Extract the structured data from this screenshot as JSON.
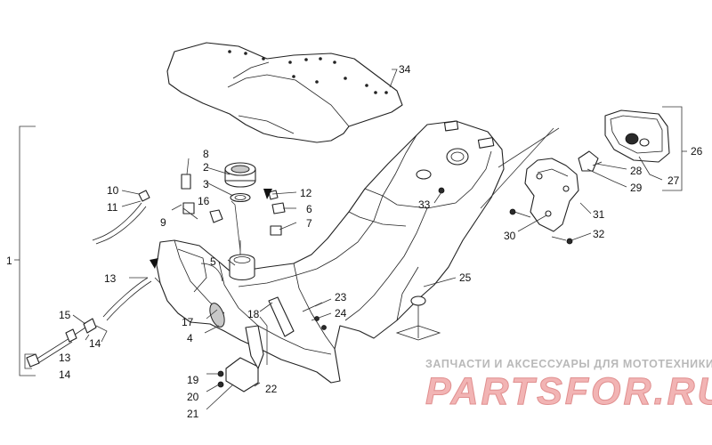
{
  "callouts": {
    "c1": "1",
    "c2": "2",
    "c3": "3",
    "c4": "4",
    "c5": "5",
    "c6": "6",
    "c7": "7",
    "c8": "8",
    "c9": "9",
    "c10": "10",
    "c11": "11",
    "c12": "12",
    "c13a": "13",
    "c13b": "13",
    "c14a": "14",
    "c14b": "14",
    "c15": "15",
    "c16": "16",
    "c17": "17",
    "c18": "18",
    "c19": "19",
    "c20": "20",
    "c21": "21",
    "c22": "22",
    "c23": "23",
    "c24": "24",
    "c25": "25",
    "c26": "26",
    "c27": "27",
    "c28": "28",
    "c29": "29",
    "c30": "30",
    "c31": "31",
    "c32": "32",
    "c33": "33",
    "c34": "34"
  },
  "watermark": {
    "tagline": "ЗАПЧАСТИ И АКСЕССУАРЫ ДЛЯ МОТОТЕХНИКИ",
    "logo": "PARTSFOR.RU",
    "colors": {
      "tagline": "#b9b9b9",
      "logo": "#f2b4b4"
    }
  }
}
